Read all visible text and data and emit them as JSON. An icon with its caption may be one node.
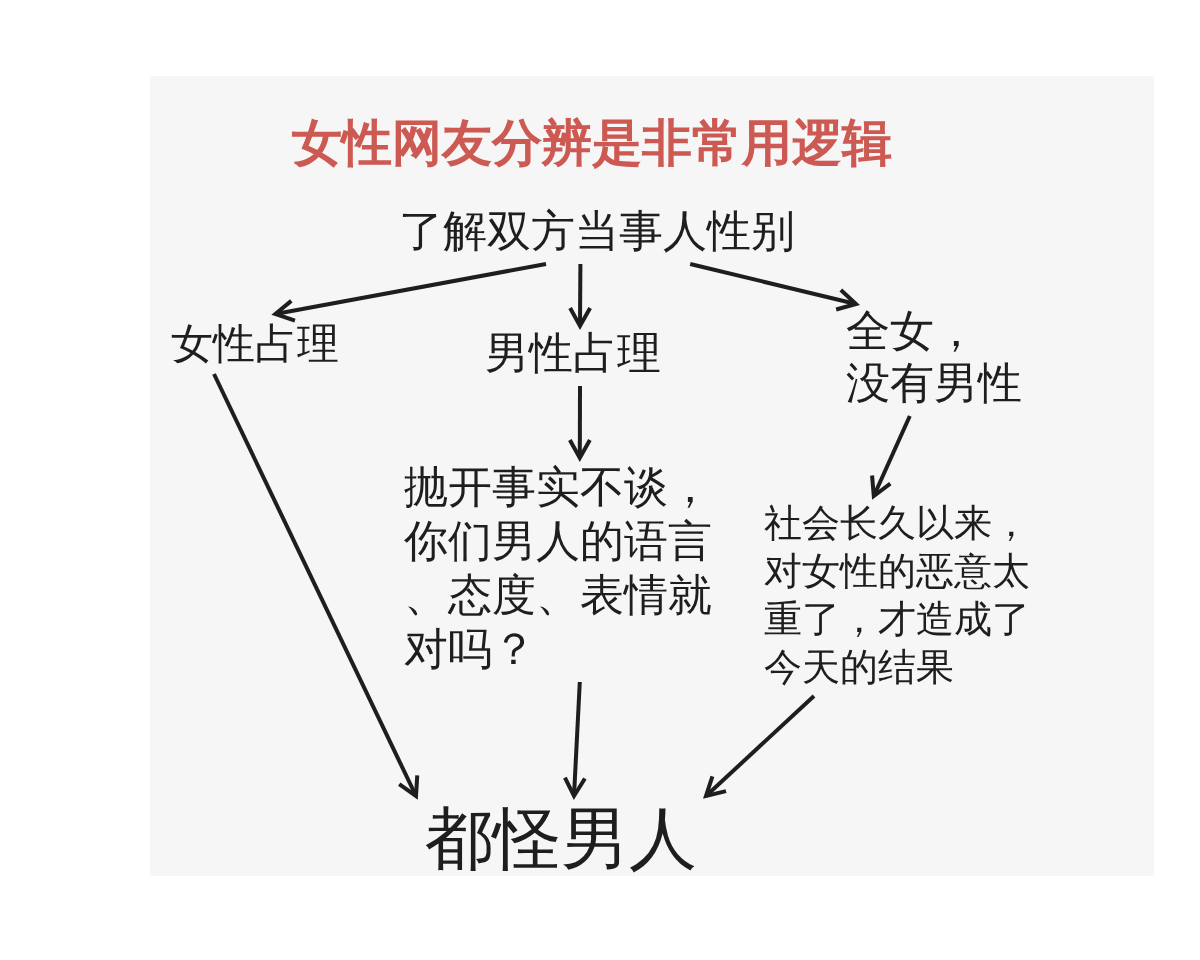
{
  "diagram": {
    "title": "女性网友分辨是非常用逻辑",
    "nodes": [
      {
        "text": [
          "了解双方当事人性别"
        ]
      },
      {
        "text": [
          "女性占理"
        ]
      },
      {
        "text": [
          "男性占理"
        ]
      },
      {
        "text": [
          "全女，没有男性"
        ]
      },
      {
        "text": [
          "抛开事实不谈，你们男人的语言、态度、表情就对吗？"
        ]
      },
      {
        "text": [
          "社会长久以来，对女性的恶意太重了，才造成了今天的结果"
        ]
      },
      {
        "text": [
          "都怪男人"
        ]
      }
    ],
    "edges": [
      {
        "from": 0,
        "to": 1,
        "arrow": "to"
      },
      {
        "from": 0,
        "to": 2,
        "arrow": "to"
      },
      {
        "from": 0,
        "to": 3,
        "arrow": "to"
      },
      {
        "from": 1,
        "to": 6,
        "arrow": "to"
      },
      {
        "from": 2,
        "to": 4,
        "arrow": "to"
      },
      {
        "from": 4,
        "to": 6,
        "arrow": "to"
      },
      {
        "from": 3,
        "to": 5,
        "arrow": "to"
      },
      {
        "from": 5,
        "to": 6,
        "arrow": "to"
      }
    ]
  }
}
